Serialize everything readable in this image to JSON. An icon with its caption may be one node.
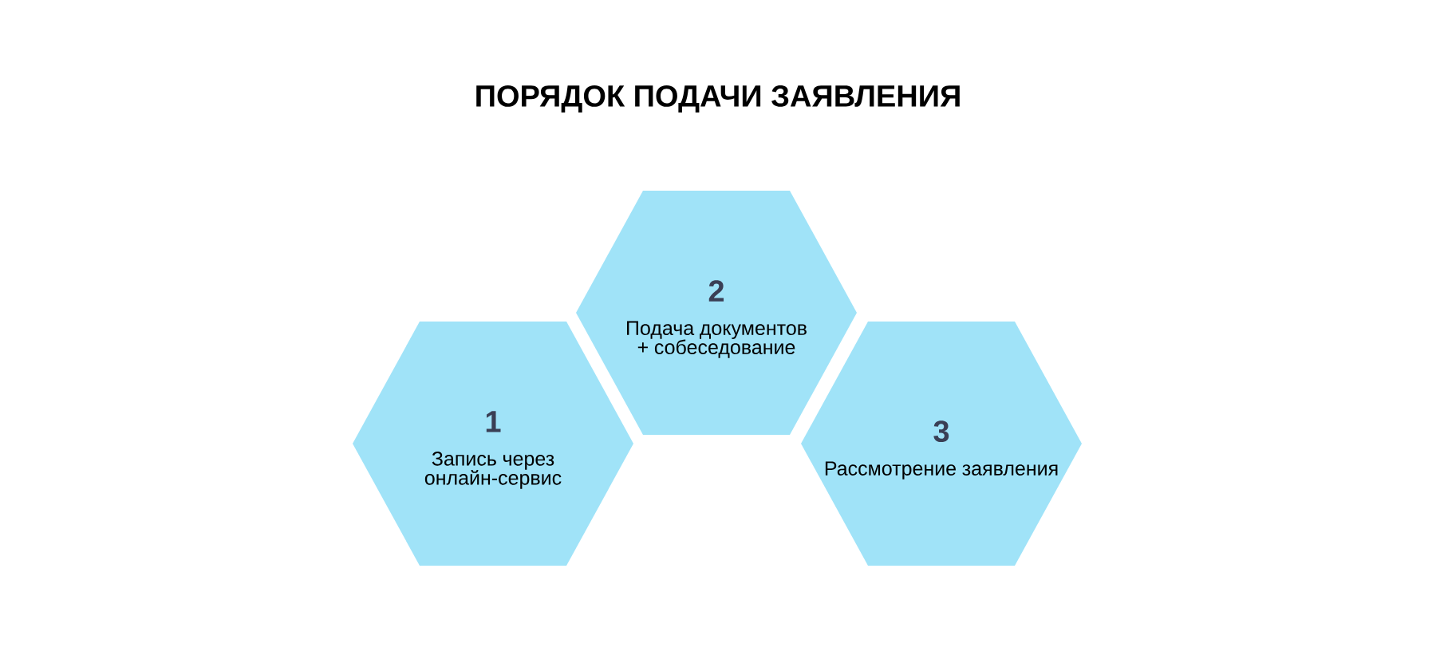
{
  "diagram": {
    "title": "ПОРЯДОК ПОДАЧИ ЗАЯВЛЕНИЯ",
    "nodes": [
      {
        "text": [
          "1",
          "Запись через онлайн-сервис"
        ]
      },
      {
        "text": [
          "2",
          "Подача документов + собеседование"
        ]
      },
      {
        "text": [
          "3",
          "Рассмотрение заявления"
        ]
      }
    ],
    "edges": []
  }
}
